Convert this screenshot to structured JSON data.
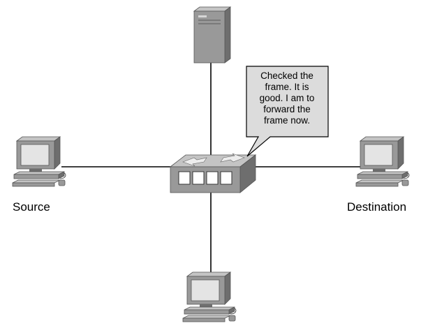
{
  "diagram": {
    "nodes": {
      "server": {
        "type": "server-icon"
      },
      "switch": {
        "type": "switch-icon",
        "ports": 4
      },
      "source": {
        "type": "pc-icon",
        "label": "Source"
      },
      "destination": {
        "type": "pc-icon",
        "label": "Destination"
      },
      "bottom_pc": {
        "type": "pc-icon",
        "label": ""
      }
    },
    "callout": {
      "lines": [
        "Checked the",
        "frame. It is",
        "good. I am to",
        "forward the",
        "frame now."
      ]
    },
    "colors": {
      "device_body": "#999999",
      "device_dark": "#6e6e6e",
      "device_light": "#c4c4c4",
      "screen": "#e4e4e4",
      "callout_fill": "#dcdcdc",
      "line": "#000000"
    }
  }
}
